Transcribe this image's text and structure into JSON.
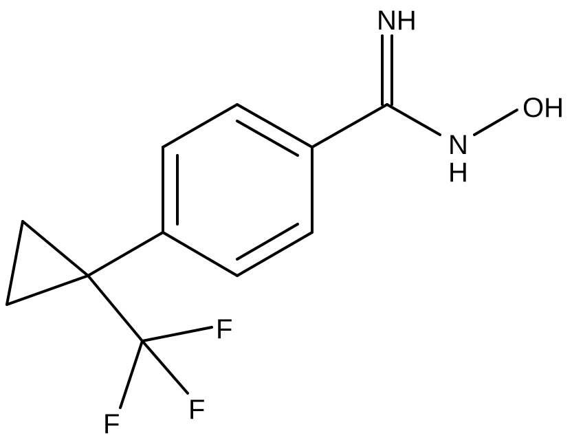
{
  "atoms": {
    "imine_nh": "NH",
    "hydroxyl_oh": "OH",
    "amine_n": "N",
    "amine_h": "H",
    "fluorine_1": "F",
    "fluorine_2": "F",
    "fluorine_3": "F"
  },
  "colors": {
    "bond": "#000000",
    "label": "#000000",
    "background": "#ffffff"
  }
}
